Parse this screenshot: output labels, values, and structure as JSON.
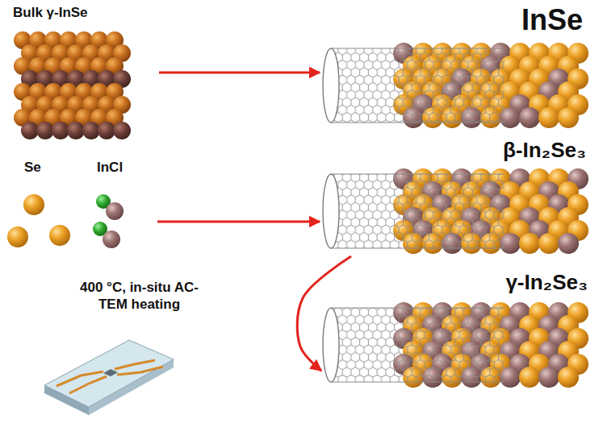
{
  "diagram": {
    "nodes": [
      {
        "text": [
          "Bulk γ-InSe"
        ]
      },
      {
        "text": [
          "InSe"
        ]
      },
      {
        "text": [
          "Se",
          "InCl"
        ]
      },
      {
        "text": [
          "β-In₂Se₃"
        ]
      },
      {
        "text": [
          "γ-In₂Se₃"
        ]
      }
    ],
    "edges": [
      {
        "from": 0,
        "to": 1,
        "arrow": "to"
      },
      {
        "from": 2,
        "to": 3,
        "arrow": "to"
      },
      {
        "from": 3,
        "to": 4,
        "arrow": "to"
      }
    ],
    "labels": [
      "400 °C, in-situ AC-TEM heating"
    ]
  }
}
